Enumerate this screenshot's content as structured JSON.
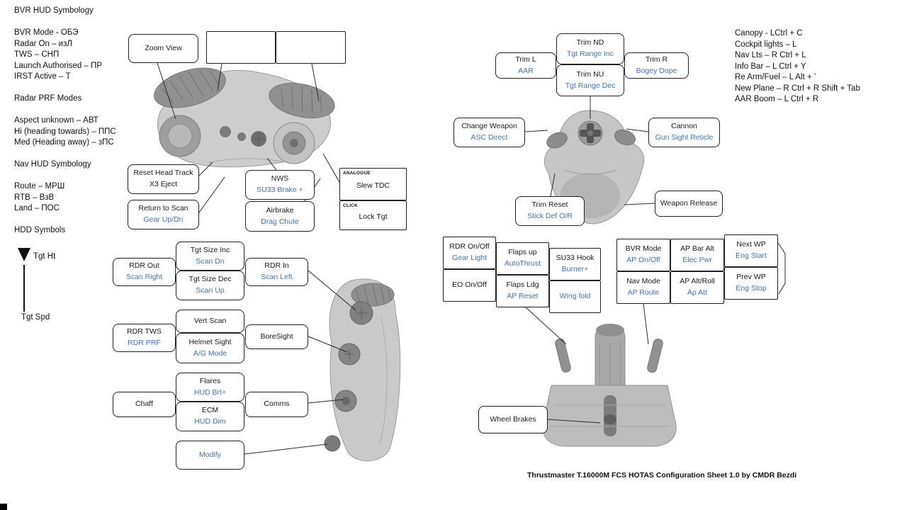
{
  "colors": {
    "accent_blue": "#4472C4",
    "ink": "#1a1a1a"
  },
  "footer": "Thrustmaster T.16000M FCS HOTAS Configuration Sheet 1.0 by CMDR Bezdi",
  "left_panel": {
    "s1_title": "BVR HUD Symbology",
    "s1_lines": [
      "BVR Mode  - ОБЭ",
      "Radar On – изЛ",
      "TWS – СНП",
      "Launch Authorised – ПР",
      "IRST Active – Т"
    ],
    "s2_title": "Radar PRF Modes",
    "s2_lines": [
      "Aspect unknown – АВТ",
      "Hi (heading towards) – ППС",
      "Med (Heading away) – зПС"
    ],
    "s3_title": "Nav HUD Symbology",
    "s3_lines": [
      "Route – МРШ",
      "RTB – ВзВ",
      "Land – ПОС"
    ],
    "s4_title": "HDD Symbols",
    "hdd_tgt_ht": "Tgt Ht",
    "hdd_tgt_spd": "Tgt Spd"
  },
  "right_panel": {
    "lines": [
      "Canopy - LCtrl + C",
      "Cockpit lights – L",
      "Nav Lts – R Ctrl + L",
      "Info Bar – L Ctrl + Y",
      "Re Arm/Fuel – L Alt + ’",
      "New Plane – R Ctrl + R Shift + Tab",
      "AAR Boom – L Ctrl + R"
    ]
  },
  "callouts": {
    "zoom_view": {
      "primary": "Zoom View"
    },
    "blank_left": {
      "primary": ""
    },
    "blank_right": {
      "primary": ""
    },
    "reset_head_track": {
      "primary": "Reset Head Track",
      "secondary": "X3 Eject"
    },
    "return_to_scan": {
      "primary": "Return to Scan",
      "secondary": "Gear Up/Dn"
    },
    "nws": {
      "primary": "NWS",
      "secondary": "SU33 Brake +"
    },
    "airbrake": {
      "primary": "Airbrake",
      "secondary": "Drag Chute"
    },
    "slew_tdc": {
      "tag": "ANALOGUE",
      "primary": "Slew TDC"
    },
    "lock_tgt": {
      "tag": "CLICK",
      "primary": "Lock Tgt"
    },
    "tgt_size_inc": {
      "primary": "Tgt Size Inc",
      "secondary": "Scan Dn"
    },
    "rdr_out": {
      "primary": "RDR Out",
      "secondary": "Scan Right"
    },
    "tgt_size_dec": {
      "primary": "Tgt Size Dec",
      "secondary": "Scan Up"
    },
    "rdr_in": {
      "primary": "RDR In",
      "secondary": "Scan Left"
    },
    "vert_scan": {
      "primary": "Vert Scan"
    },
    "rdr_tws": {
      "primary": "RDR TWS",
      "secondary": "RDR PRF"
    },
    "helmet_sight": {
      "primary": "Helmet Sight",
      "secondary": "A/G Mode"
    },
    "boresight": {
      "primary": "BoreSight"
    },
    "flares": {
      "primary": "Flares",
      "secondary": "HUD Brt+"
    },
    "chaff": {
      "primary": "Chaff"
    },
    "ecm": {
      "primary": "ECM",
      "secondary": "HUD Dim"
    },
    "comms": {
      "primary": "Comms"
    },
    "modify": {
      "primary": "Modify"
    },
    "trim_nd": {
      "primary": "Trim ND",
      "secondary": "Tgt Range Inc"
    },
    "trim_l": {
      "primary": "Trim L",
      "secondary": "AAR"
    },
    "trim_nu": {
      "primary": "Trim NU",
      "secondary": "Tgt Range Dec"
    },
    "trim_r": {
      "primary": "Trim R",
      "secondary": "Bogey Dope"
    },
    "change_weapon": {
      "primary": "Change Weapon",
      "secondary": "ASC Direct"
    },
    "cannon": {
      "primary": "Cannon",
      "secondary": "Gun Sight Reticle"
    },
    "trim_reset": {
      "primary": "Trim Reset",
      "secondary": "Stick Def O/R"
    },
    "weapon_release": {
      "primary": "Weapon Release"
    },
    "rdr_onoff": {
      "primary": "RDR On/Off",
      "secondary": "Gear Light"
    },
    "flaps_up": {
      "primary": "Flaps up",
      "secondary": "AutoThrust"
    },
    "su33_hook": {
      "primary": "SU33 Hook",
      "secondary": "Burner+"
    },
    "eo_onoff": {
      "primary": "EO On/Off"
    },
    "flaps_ldg": {
      "primary": "Flaps Ldg",
      "secondary": "AP Reset"
    },
    "wing_fold": {
      "primary": "Wing fold"
    },
    "bvr_mode": {
      "primary": "BVR Mode",
      "secondary": "AP On/Off"
    },
    "ap_bar_alt": {
      "primary": "AP Bar Alt",
      "secondary": "Elec Pwr"
    },
    "next_wp": {
      "primary": "Next WP",
      "secondary": "Eng Start"
    },
    "nav_mode": {
      "primary": "Nav Mode",
      "secondary": "AP Route"
    },
    "ap_alt_roll": {
      "primary": "AP Alt/Roll",
      "secondary": "Ap Att"
    },
    "prev_wp": {
      "primary": "Prev WP",
      "secondary": "Eng Stop"
    },
    "wheel_brakes": {
      "primary": "Wheel Brakes"
    }
  },
  "images": {
    "stick_base_top": "joystick base top view",
    "stick_grip_top": "stick grip top view",
    "throttle_grip_side": "throttle grip side view",
    "throttle_unit": "throttle unit front view"
  }
}
